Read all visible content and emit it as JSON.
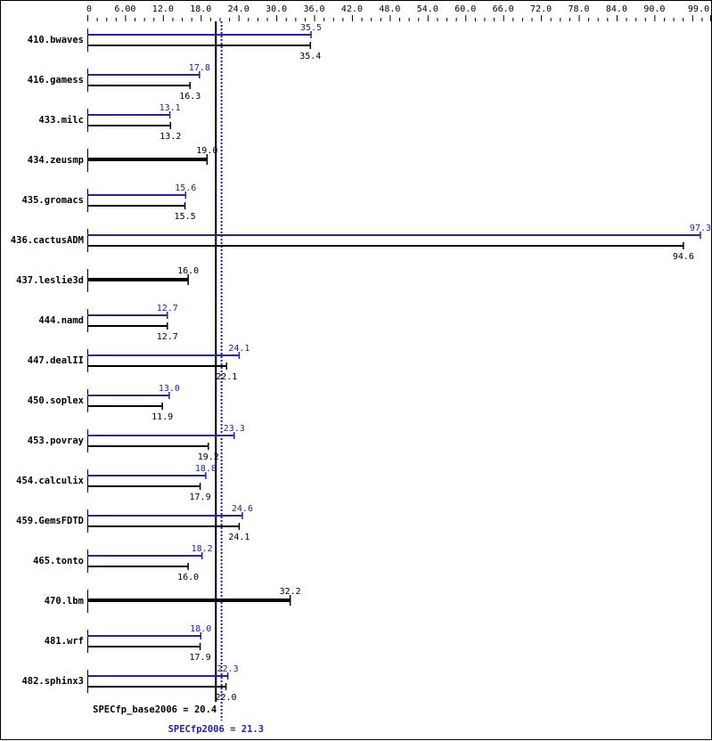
{
  "chart_data": {
    "type": "bar",
    "orientation": "horizontal",
    "xlim": [
      0,
      99.0
    ],
    "x_ticks": [
      "0",
      "6.00",
      "12.0",
      "18.0",
      "24.0",
      "30.0",
      "36.0",
      "42.0",
      "48.0",
      "54.0",
      "60.0",
      "66.0",
      "72.0",
      "78.0",
      "84.0",
      "90.0",
      "99.0"
    ],
    "x_tick_values": [
      0,
      6,
      12,
      18,
      24,
      30,
      36,
      42,
      48,
      54,
      60,
      66,
      72,
      78,
      84,
      90,
      99
    ],
    "grid": false,
    "colors": {
      "peak": "#2222aa",
      "base": "#000000"
    },
    "categories": [
      "410.bwaves",
      "416.gamess",
      "433.milc",
      "434.zeusmp",
      "435.gromacs",
      "436.cactusADM",
      "437.leslie3d",
      "444.namd",
      "447.dealII",
      "450.soplex",
      "453.povray",
      "454.calculix",
      "459.GemsFDTD",
      "465.tonto",
      "470.lbm",
      "481.wrf",
      "482.sphinx3"
    ],
    "series": [
      {
        "key": "peak",
        "values": [
          35.5,
          17.8,
          13.1,
          null,
          15.6,
          97.3,
          null,
          12.7,
          24.1,
          13.0,
          23.3,
          18.8,
          24.6,
          18.2,
          null,
          18.0,
          22.3
        ]
      },
      {
        "key": "base",
        "values": [
          35.4,
          16.3,
          13.2,
          19.0,
          15.5,
          94.6,
          16.0,
          12.7,
          22.1,
          11.9,
          19.2,
          17.9,
          24.1,
          16.0,
          32.2,
          17.9,
          22.0
        ]
      }
    ],
    "value_labels": {
      "peak": [
        "35.5",
        "17.8",
        "13.1",
        "",
        "15.6",
        "97.3",
        "",
        "12.7",
        "24.1",
        "13.0",
        "23.3",
        "18.8",
        "24.6",
        "18.2",
        "",
        "18.0",
        "22.3"
      ],
      "base": [
        "35.4",
        "16.3",
        "13.2",
        "19.0",
        "15.5",
        "94.6",
        "16.0",
        "12.7",
        "22.1",
        "11.9",
        "19.2",
        "17.9",
        "24.1",
        "16.0",
        "32.2",
        "17.9",
        "22.0"
      ]
    },
    "reference_lines": [
      {
        "key": "base",
        "value": 20.4,
        "label": "SPECfp_base2006 = 20.4",
        "style": "solid"
      },
      {
        "key": "peak",
        "value": 21.3,
        "label": "SPECfp2006 = 21.3",
        "style": "dotted"
      }
    ]
  }
}
